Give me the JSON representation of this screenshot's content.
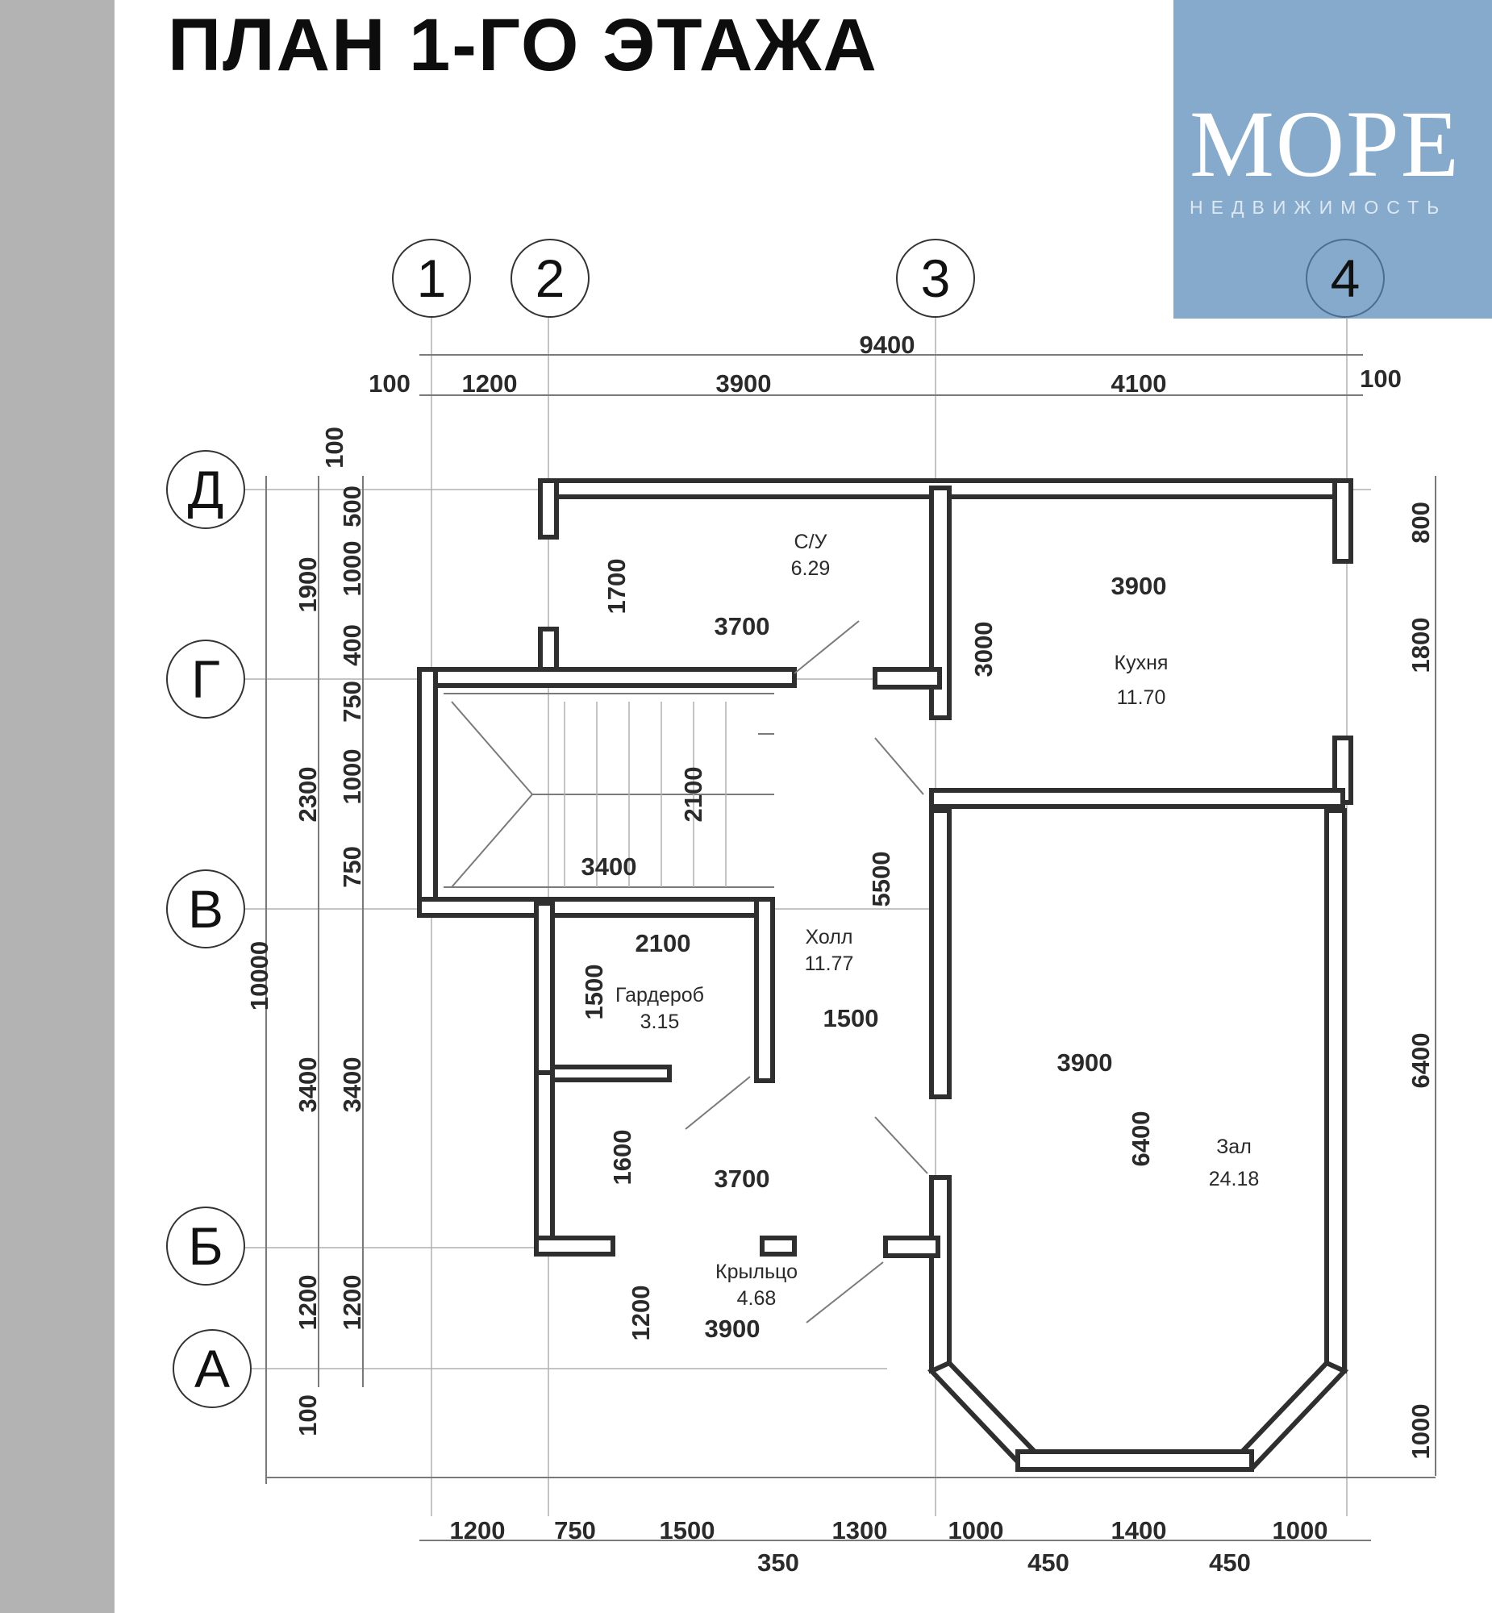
{
  "title": "ПЛАН 1-ГО ЭТАЖА",
  "logo": {
    "word": "МОРЕ",
    "subtitle": "НЕДВИЖИМОСТЬ",
    "bg_color": "#86aacb"
  },
  "axes": {
    "columns": [
      "1",
      "2",
      "3",
      "4"
    ],
    "rows": [
      "Д",
      "Г",
      "В",
      "Б",
      "А"
    ]
  },
  "dimensions": {
    "top_total": "9400",
    "top": [
      "100",
      "1200",
      "3900",
      "4100",
      "100"
    ],
    "left_outer": [
      "100",
      "1900",
      "2300",
      "10000",
      "3400",
      "1200",
      "100"
    ],
    "left_inner": [
      "500",
      "1000",
      "400",
      "750",
      "1000",
      "750",
      "3400",
      "1200"
    ],
    "right": [
      "800",
      "1800",
      "6400",
      "1000"
    ],
    "bottom": [
      "1200",
      "750",
      "1500",
      "1300",
      "1000",
      "1400",
      "1000"
    ],
    "bottom_second": [
      "350",
      "450",
      "450"
    ],
    "interior": {
      "su_height": "1700",
      "su_width": "3700",
      "kitchen_width": "3900",
      "kitchen_height": "3000",
      "stair_height": "2100",
      "stair_width": "3400",
      "hall_height": "5500",
      "ward_width": "2100",
      "ward_height": "1500",
      "hall_width": "1500",
      "zal_width": "3900",
      "zal_height": "6400",
      "lower_height": "1600",
      "lower_width": "3700",
      "porch_height": "1200",
      "porch_width": "3900"
    }
  },
  "rooms": {
    "su": {
      "name": "С/У",
      "area": "6.29"
    },
    "kitchen": {
      "name": "Кухня",
      "area": "11.70"
    },
    "hall": {
      "name": "Холл",
      "area": "11.77"
    },
    "wardrobe": {
      "name": "Гардероб",
      "area": "3.15"
    },
    "zal": {
      "name": "Зал",
      "area": "24.18"
    },
    "porch": {
      "name": "Крыльцо",
      "area": "4.68"
    }
  }
}
